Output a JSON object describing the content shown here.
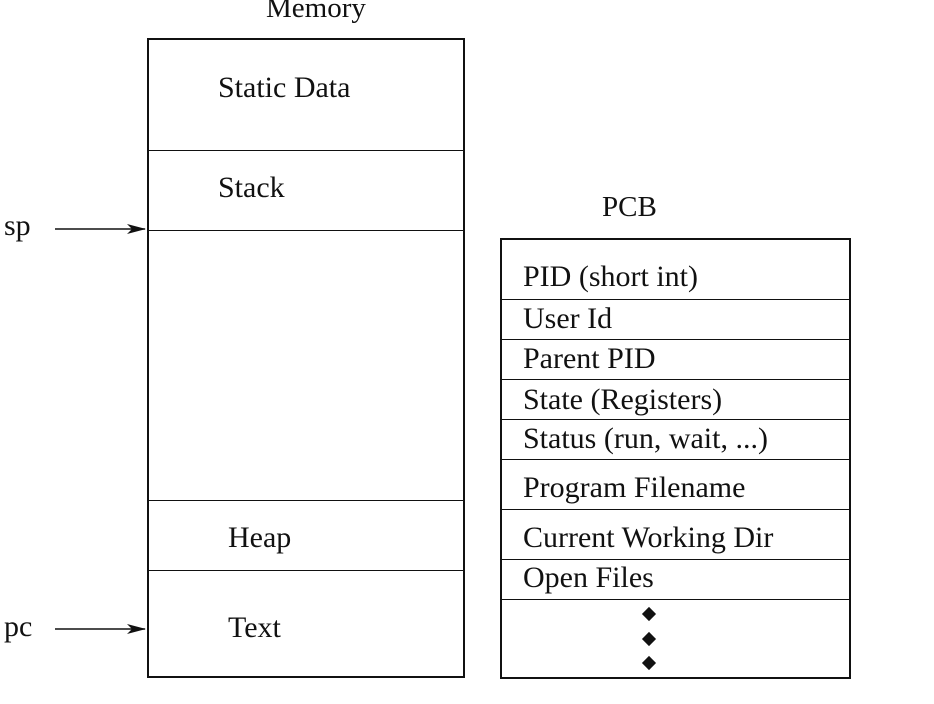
{
  "memory": {
    "title": "Memory",
    "segments": [
      {
        "label": "Static Data"
      },
      {
        "label": "Stack"
      },
      {
        "label": ""
      },
      {
        "label": "Heap"
      },
      {
        "label": "Text"
      }
    ]
  },
  "pcb": {
    "title": "PCB",
    "fields": [
      {
        "label": "PID (short int)"
      },
      {
        "label": "User Id"
      },
      {
        "label": "Parent PID"
      },
      {
        "label": "State (Registers)"
      },
      {
        "label": "Status (run, wait, ...)"
      },
      {
        "label": "Program Filename"
      },
      {
        "label": "Current Working Dir"
      },
      {
        "label": "Open Files"
      }
    ]
  },
  "pointers": {
    "sp": "sp",
    "pc": "pc"
  }
}
